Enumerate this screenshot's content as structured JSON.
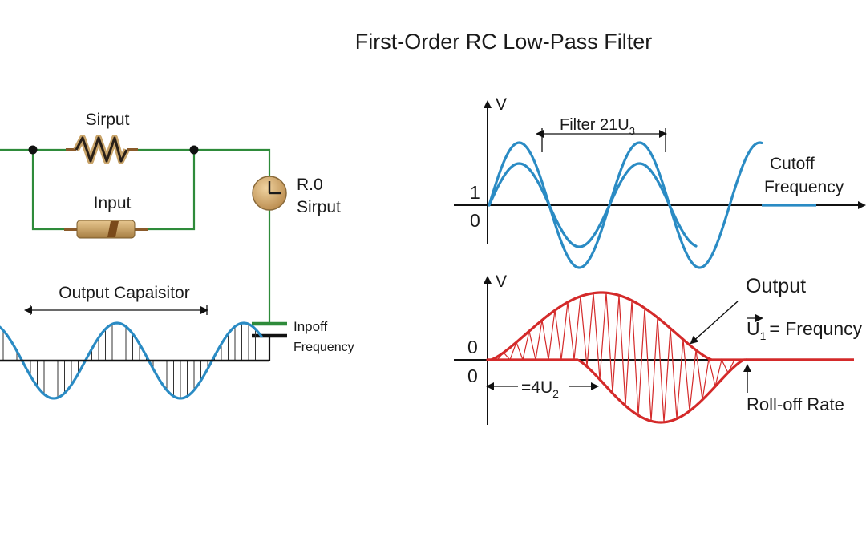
{
  "title": "First-Order RC Low-Pass Filter",
  "colors": {
    "wire": "#2e8b3a",
    "wave_blue": "#2a8bc4",
    "wave_red": "#d42a2a",
    "axis": "#111111",
    "resistor_body": "#c9a46a",
    "meter_face": "#d9b47c",
    "capacitor_top": "#2e8b3a"
  },
  "circuit": {
    "resistor_label": "Sirput",
    "input_label": "Input",
    "meter_label_line1": "R.0",
    "meter_label_line2": "Sirput",
    "output_label": "Output Capaisitor",
    "capacitor_label_line1": "Inpoff",
    "capacitor_label_line2": "Frequency"
  },
  "top_graph": {
    "y_axis_label": "V",
    "span_label": "Filter 21U",
    "span_label_sub": "3",
    "tick_1": "1",
    "tick_0": "0",
    "cutoff_line1": "Cutoff",
    "cutoff_line2": "Frequency"
  },
  "bottom_graph": {
    "y_axis_label": "V",
    "tick_0_top": "0",
    "tick_0_bottom": "0",
    "output_label": "Output",
    "eq_var": "U",
    "eq_sub": "1",
    "eq_rest": "= Frequncy",
    "span_label": "=4U",
    "span_label_sub": "2",
    "rolloff_label": "Roll-off Rate"
  }
}
